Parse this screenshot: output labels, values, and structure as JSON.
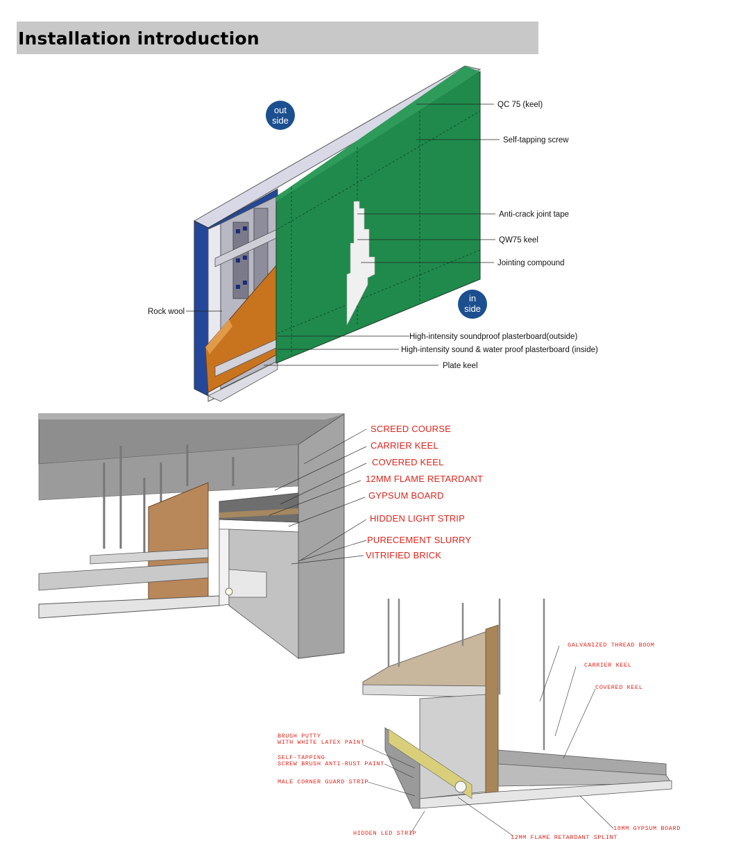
{
  "header": {
    "title": "Installation introduction"
  },
  "wall": {
    "badge_outside": [
      "out",
      "side"
    ],
    "badge_inside": [
      "in",
      "side"
    ],
    "labels": {
      "qc75": "QC 75 (keel)",
      "screw": "Self-tapping screw",
      "tape": "Anti-crack joint tape",
      "qw75": "QW75 keel",
      "compound": "Jointing compound",
      "rockwool": "Rock wool",
      "board_out": "High-intensity soundproof plasterboard(outside)",
      "board_in": "High-intensity sound & water proof plasterboard (inside)",
      "plate": "Plate keel"
    }
  },
  "ceiling1": {
    "labels": [
      "SCREED COURSE",
      "CARRIER KEEL",
      "COVERED KEEL",
      "12MM  FLAME  RETARDANT",
      "GYPSUM BOARD",
      "HIDDEN LIGHT STRIP",
      "PURECEMENT SLURRY",
      "VITRIFIED BRICK"
    ]
  },
  "ceiling2": {
    "labels": {
      "thread": "GALVANIZED THREAD BOOM",
      "carrier": "CARRIER KEEL",
      "covered": "COVERED KEEL",
      "putty1": "BRUSH PUTTY",
      "putty2": "WITH WHITE LATEX PAINT",
      "screw1": "SELF-TAPPING",
      "screw2": "SCREW BRUSH ANTI-RUST PAINT",
      "corner": "MALE CORNER GUARD STRIP",
      "led": "HIDDEN LED STRIP",
      "splint": "12MM FLAME RETARDANT SPLINT",
      "gypsum": "10MM GYPSUM BOARD"
    }
  },
  "colors": {
    "green_board": "#1f8a4c",
    "blue_board": "#23479a",
    "rock_wool": "#c8741f",
    "label_red": "#e0241b",
    "badge_blue": "#1c4f8f",
    "concrete": "#9a9a9a"
  }
}
